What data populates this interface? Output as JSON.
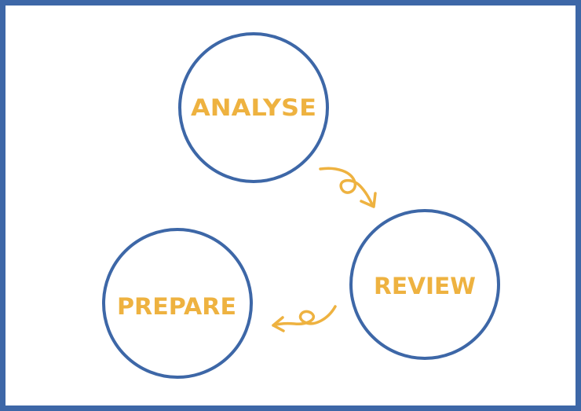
{
  "colors": {
    "frame": "#3d67a7",
    "circle_stroke": "#3d67a7",
    "label": "#eeb240",
    "arrow": "#eeb240",
    "background": "#ffffff"
  },
  "nodes": [
    {
      "id": "analyse",
      "label": "ANALYSE"
    },
    {
      "id": "review",
      "label": "REVIEW"
    },
    {
      "id": "prepare",
      "label": "PREPARE"
    }
  ]
}
